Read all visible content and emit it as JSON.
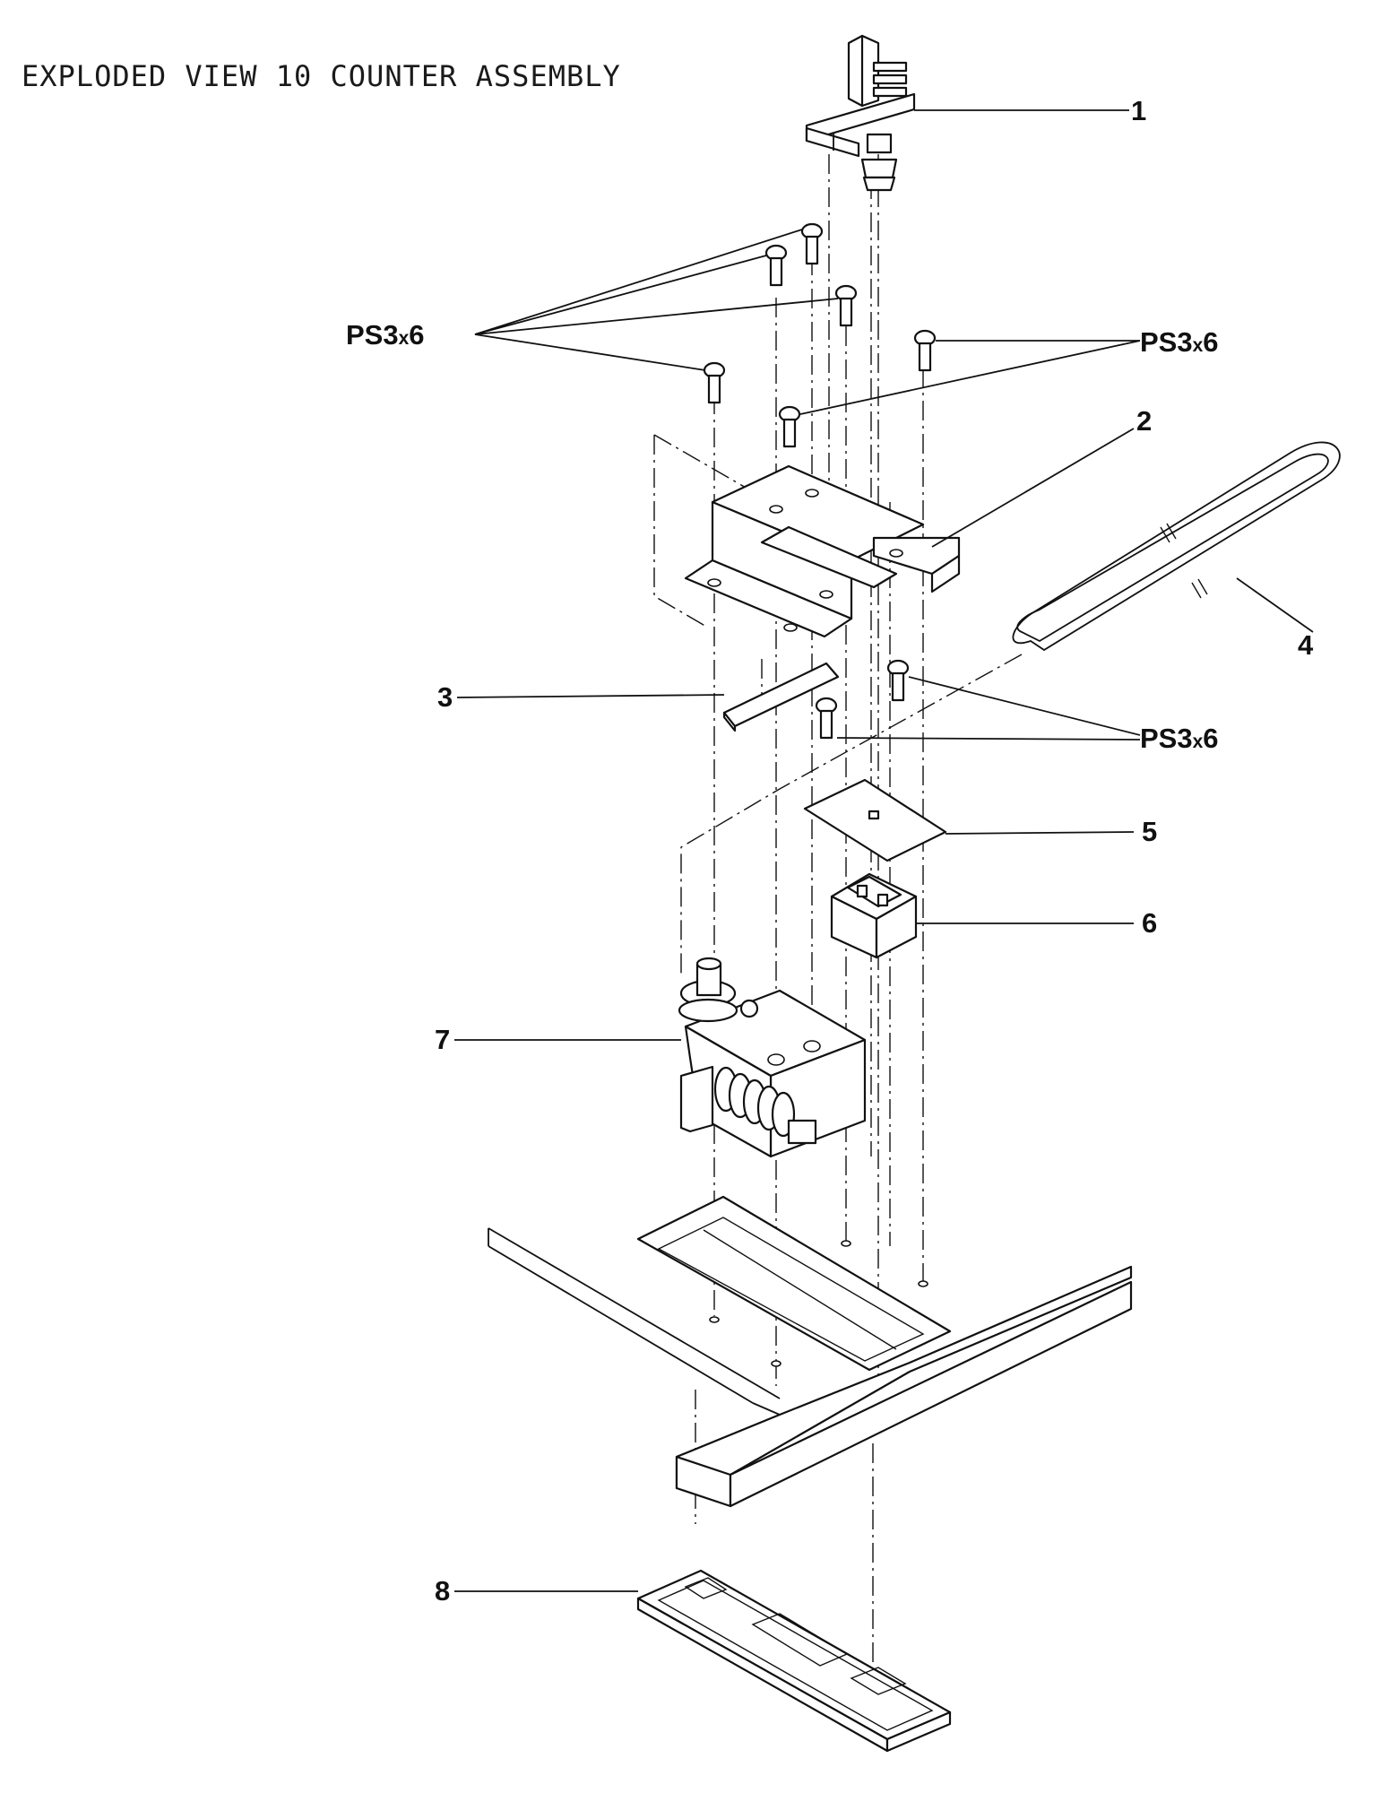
{
  "title": "EXPLODED VIEW 10 COUNTER ASSEMBLY",
  "callouts": {
    "p1": "1",
    "p2": "2",
    "p3": "3",
    "p4": "4",
    "p5": "5",
    "p6": "6",
    "p7": "7",
    "p8": "8"
  },
  "screw_spec": {
    "prefix": "PS3",
    "times": "x",
    "suffix": "6"
  }
}
